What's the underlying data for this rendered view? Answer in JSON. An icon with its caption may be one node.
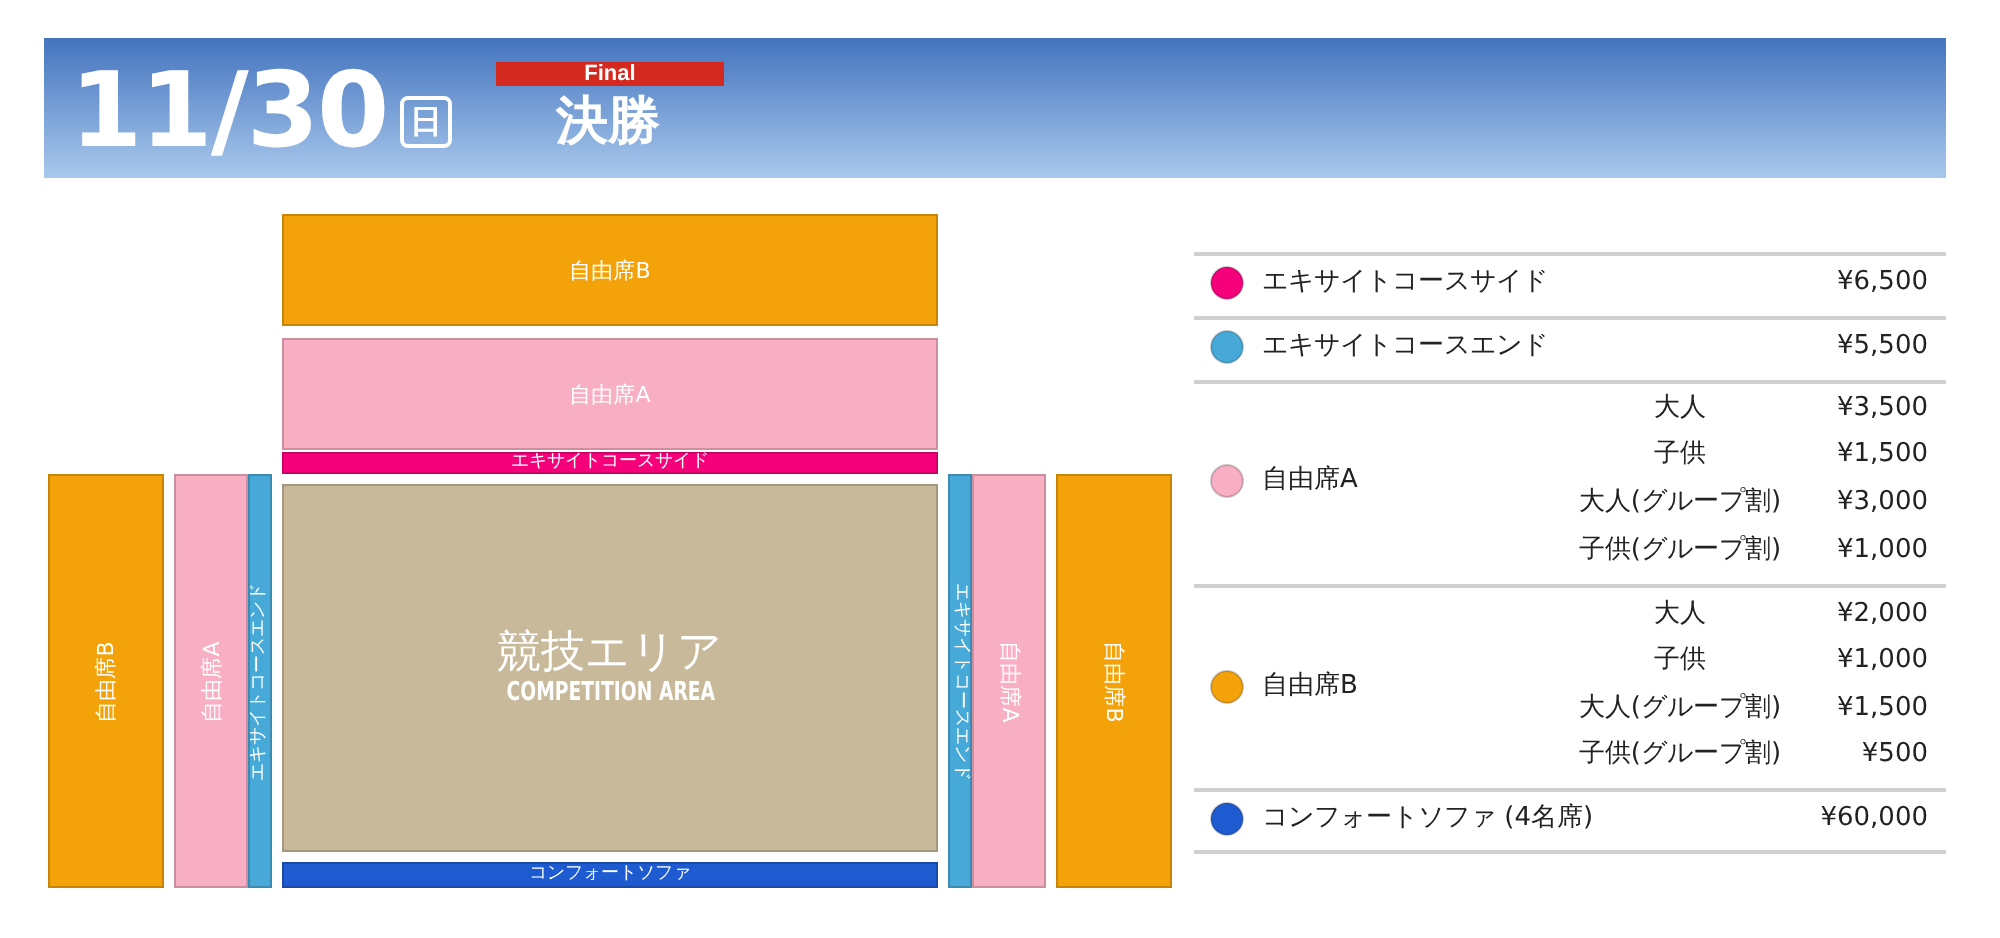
{
  "diagram": {
    "title": "11/30",
    "nodes": [
      {
        "text": [
          "日"
        ]
      },
      {
        "text": [
          "Final"
        ]
      },
      {
        "text": [
          "自由席B"
        ]
      },
      {
        "text": [
          "自由席A"
        ]
      },
      {
        "text": [
          "エキサイトコースサイド"
        ]
      },
      {
        "text": [
          "自由席B"
        ]
      },
      {
        "text": [
          "自由席A"
        ]
      },
      {
        "text": [
          "エキサイトコースエンド"
        ]
      },
      {
        "text": [
          "競技エリア",
          "COMPETITION AREA"
        ]
      },
      {
        "text": [
          "エキサイトコースエンド"
        ]
      },
      {
        "text": [
          "自由席A"
        ]
      },
      {
        "text": [
          "自由席B"
        ]
      },
      {
        "text": [
          "コンフォートソファ"
        ]
      }
    ],
    "labels": [
      "決勝",
      "¥6,500",
      "¥5,500",
      "大人",
      "¥3,500",
      "子供",
      "¥1,500",
      "大人(グループ割)",
      "¥3,000",
      "子供(グループ割)",
      "¥1,000",
      "大人",
      "¥2,000",
      "子供",
      "¥1,000",
      "大人(グループ割)",
      "¥1,500",
      "子供(グループ割)",
      "¥500",
      "¥60,000"
    ],
    "legend": [
      {
        "text": "エキサイトコースサイド",
        "color": "#f5007a"
      },
      {
        "text": "エキサイトコースエンド",
        "color": "#47a9d8"
      },
      {
        "text": "自由席A",
        "color": "#f9afc3"
      },
      {
        "text": "自由席B",
        "color": "#f4a20a"
      },
      {
        "text": "コンフォートソファ (4名席)",
        "color": "#1f5bd0"
      }
    ]
  }
}
